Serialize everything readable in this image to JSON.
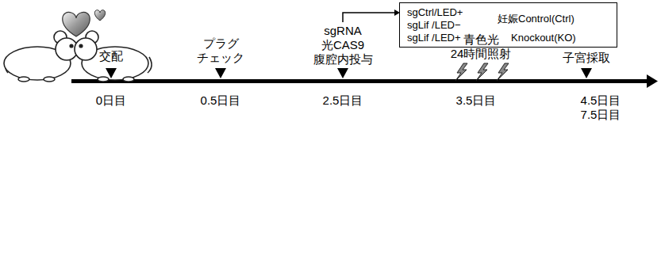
{
  "diagram": {
    "nodes": [
      {
        "text": [
          "sgCtrl/LED+",
          "sgLif /LED−",
          "sgLif /LED+",
          "妊娠Control(Ctrl)",
          "Knockout(KO)"
        ]
      }
    ],
    "labels": [
      "交配",
      "プラグ チェック",
      "sgRNA 光CAS9 腹腔内投与",
      "青色光 24時間照射",
      "子宮採取",
      "0日目",
      "0.5日目",
      "2.5日目",
      "3.5日目",
      "4.5日目 7.5日目"
    ]
  }
}
